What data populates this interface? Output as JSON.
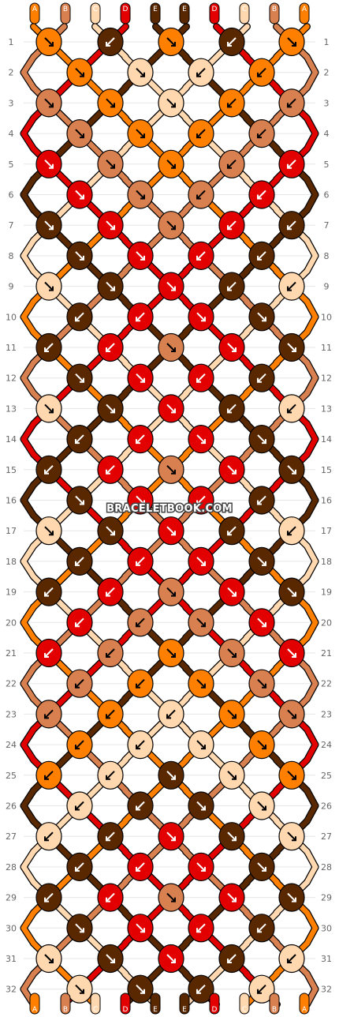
{
  "colors": {
    "A": "#ff8000",
    "B": "#d98050",
    "C": "#ffd8b0",
    "D": "#e30000",
    "E": "#5a2800"
  },
  "strings_top": [
    "A",
    "B",
    "C",
    "D",
    "E",
    "E",
    "D",
    "C",
    "B",
    "A"
  ],
  "strings_bottom": [
    "A",
    "B",
    "C",
    "D",
    "E",
    "E",
    "D",
    "C",
    "B",
    "A"
  ],
  "rows": 32,
  "row_labels": [
    "1",
    "2",
    "3",
    "4",
    "5",
    "6",
    "7",
    "8",
    "9",
    "10",
    "11",
    "12",
    "13",
    "14",
    "15",
    "16",
    "17",
    "18",
    "19",
    "20",
    "21",
    "22",
    "23",
    "24",
    "25",
    "26",
    "27",
    "28",
    "29",
    "30",
    "31",
    "32"
  ],
  "watermark": "BRACELETBOOK.COM",
  "knots": [
    [
      [
        "A",
        "R"
      ],
      [
        "E",
        "L"
      ],
      [
        "A",
        "R"
      ],
      [
        "E",
        "L"
      ],
      [
        "A",
        "R"
      ]
    ],
    [
      [
        "A",
        "R"
      ],
      [
        "C",
        "R"
      ],
      [
        "C",
        "L"
      ],
      [
        "A",
        "L"
      ]
    ],
    [
      [
        "B",
        "R"
      ],
      [
        "A",
        "R"
      ],
      [
        "C",
        "R"
      ],
      [
        "A",
        "L"
      ],
      [
        "B",
        "L"
      ]
    ],
    [
      [
        "B",
        "R"
      ],
      [
        "A",
        "R"
      ],
      [
        "A",
        "L"
      ],
      [
        "B",
        "L"
      ]
    ],
    [
      [
        "D",
        "R"
      ],
      [
        "B",
        "R"
      ],
      [
        "A",
        "R"
      ],
      [
        "B",
        "L"
      ],
      [
        "D",
        "L"
      ]
    ],
    [
      [
        "D",
        "R"
      ],
      [
        "B",
        "R"
      ],
      [
        "B",
        "L"
      ],
      [
        "D",
        "L"
      ]
    ],
    [
      [
        "E",
        "R"
      ],
      [
        "D",
        "R"
      ],
      [
        "B",
        "R"
      ],
      [
        "D",
        "L"
      ],
      [
        "E",
        "L"
      ]
    ],
    [
      [
        "E",
        "R"
      ],
      [
        "D",
        "R"
      ],
      [
        "D",
        "L"
      ],
      [
        "E",
        "L"
      ]
    ],
    [
      [
        "C",
        "R"
      ],
      [
        "E",
        "R"
      ],
      [
        "D",
        "R"
      ],
      [
        "E",
        "L"
      ],
      [
        "C",
        "L"
      ]
    ],
    [
      [
        "E",
        "L"
      ],
      [
        "D",
        "L"
      ],
      [
        "D",
        "R"
      ],
      [
        "E",
        "R"
      ]
    ],
    [
      [
        "E",
        "L"
      ],
      [
        "D",
        "L"
      ],
      [
        "B",
        "R"
      ],
      [
        "D",
        "R"
      ],
      [
        "E",
        "R"
      ]
    ],
    [
      [
        "E",
        "R"
      ],
      [
        "D",
        "R"
      ],
      [
        "D",
        "L"
      ],
      [
        "E",
        "L"
      ]
    ],
    [
      [
        "C",
        "R"
      ],
      [
        "E",
        "R"
      ],
      [
        "D",
        "R"
      ],
      [
        "E",
        "L"
      ],
      [
        "C",
        "L"
      ]
    ],
    [
      [
        "E",
        "L"
      ],
      [
        "D",
        "L"
      ],
      [
        "D",
        "R"
      ],
      [
        "E",
        "R"
      ]
    ],
    [
      [
        "E",
        "L"
      ],
      [
        "D",
        "L"
      ],
      [
        "B",
        "R"
      ],
      [
        "D",
        "R"
      ],
      [
        "E",
        "R"
      ]
    ],
    [
      [
        "E",
        "R"
      ],
      [
        "D",
        "R"
      ],
      [
        "D",
        "L"
      ],
      [
        "E",
        "L"
      ]
    ],
    [
      [
        "C",
        "R"
      ],
      [
        "E",
        "R"
      ],
      [
        "D",
        "R"
      ],
      [
        "E",
        "L"
      ],
      [
        "C",
        "L"
      ]
    ],
    [
      [
        "E",
        "L"
      ],
      [
        "D",
        "L"
      ],
      [
        "D",
        "R"
      ],
      [
        "E",
        "R"
      ]
    ],
    [
      [
        "E",
        "L"
      ],
      [
        "D",
        "L"
      ],
      [
        "B",
        "R"
      ],
      [
        "D",
        "R"
      ],
      [
        "E",
        "R"
      ]
    ],
    [
      [
        "D",
        "L"
      ],
      [
        "B",
        "L"
      ],
      [
        "B",
        "R"
      ],
      [
        "D",
        "R"
      ]
    ],
    [
      [
        "D",
        "L"
      ],
      [
        "B",
        "L"
      ],
      [
        "A",
        "R"
      ],
      [
        "B",
        "R"
      ],
      [
        "D",
        "R"
      ]
    ],
    [
      [
        "B",
        "L"
      ],
      [
        "A",
        "L"
      ],
      [
        "A",
        "R"
      ],
      [
        "B",
        "R"
      ]
    ],
    [
      [
        "B",
        "L"
      ],
      [
        "A",
        "L"
      ],
      [
        "C",
        "L"
      ],
      [
        "A",
        "R"
      ],
      [
        "B",
        "R"
      ]
    ],
    [
      [
        "A",
        "L"
      ],
      [
        "C",
        "L"
      ],
      [
        "C",
        "R"
      ],
      [
        "A",
        "R"
      ]
    ],
    [
      [
        "A",
        "L"
      ],
      [
        "C",
        "L"
      ],
      [
        "E",
        "R"
      ],
      [
        "C",
        "R"
      ],
      [
        "A",
        "R"
      ]
    ],
    [
      [
        "C",
        "L"
      ],
      [
        "E",
        "L"
      ],
      [
        "E",
        "R"
      ],
      [
        "C",
        "R"
      ]
    ],
    [
      [
        "C",
        "L"
      ],
      [
        "E",
        "L"
      ],
      [
        "D",
        "R"
      ],
      [
        "E",
        "R"
      ],
      [
        "C",
        "R"
      ]
    ],
    [
      [
        "E",
        "L"
      ],
      [
        "D",
        "L"
      ],
      [
        "D",
        "R"
      ],
      [
        "E",
        "R"
      ]
    ],
    [
      [
        "E",
        "L"
      ],
      [
        "D",
        "L"
      ],
      [
        "B",
        "R"
      ],
      [
        "D",
        "R"
      ],
      [
        "E",
        "R"
      ]
    ],
    [
      [
        "E",
        "R"
      ],
      [
        "D",
        "R"
      ],
      [
        "D",
        "L"
      ],
      [
        "E",
        "L"
      ]
    ],
    [
      [
        "C",
        "R"
      ],
      [
        "E",
        "R"
      ],
      [
        "D",
        "R"
      ],
      [
        "E",
        "L"
      ],
      [
        "C",
        "L"
      ]
    ],
    [
      [
        "C",
        "R"
      ],
      [
        "E",
        "R"
      ],
      [
        "E",
        "L"
      ],
      [
        "C",
        "L"
      ]
    ]
  ]
}
